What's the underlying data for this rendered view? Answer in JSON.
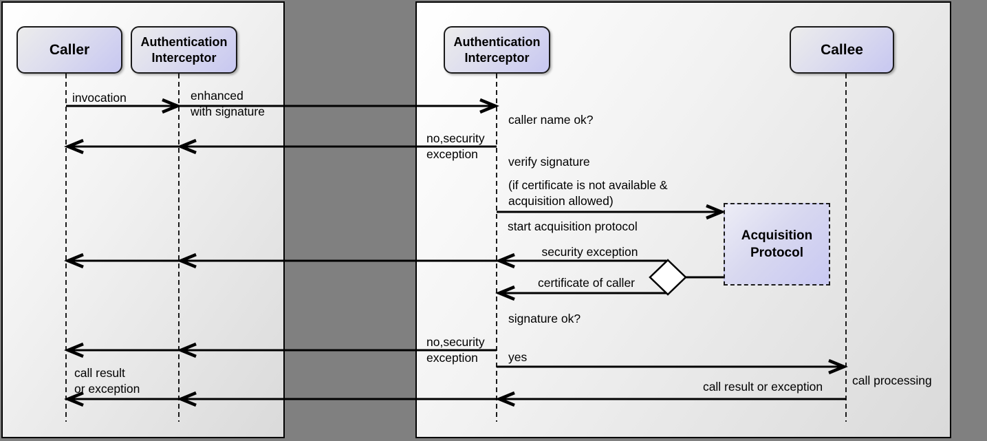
{
  "colors": {
    "background_gray": "#808080",
    "panel_border": "#000000",
    "panel_gradient_start": "#ffffff",
    "panel_gradient_end": "#dadada",
    "node_fill_start": "#ececec",
    "node_fill_end": "#c7c7f1",
    "line_color": "#000000"
  },
  "actors": {
    "caller": "Caller",
    "auth_interceptor_left": "Authentication\nInterceptor",
    "auth_interceptor_right": "Authentication\nInterceptor",
    "callee": "Callee",
    "acquisition_protocol": "Acquisition\nProtocol"
  },
  "messages": {
    "invocation": "invocation",
    "enhanced_with_signature": "enhanced\nwith signature",
    "caller_name_ok": "caller name ok?",
    "no_security_exception_1": "no,security\nexception",
    "verify_signature": "verify signature",
    "certificate_condition": "(if certificate is not available &\nacquisition allowed)",
    "start_acquisition_protocol": "start acquisition protocol",
    "security_exception": "security exception",
    "certificate_of_caller": "certificate of caller",
    "signature_ok": "signature ok?",
    "no_security_exception_2": "no,security\nexception",
    "yes": "yes",
    "call_processing": "call processing",
    "call_result_or_exception": "call result or exception",
    "call_result_or_exception_left": "call result\nor exception"
  }
}
